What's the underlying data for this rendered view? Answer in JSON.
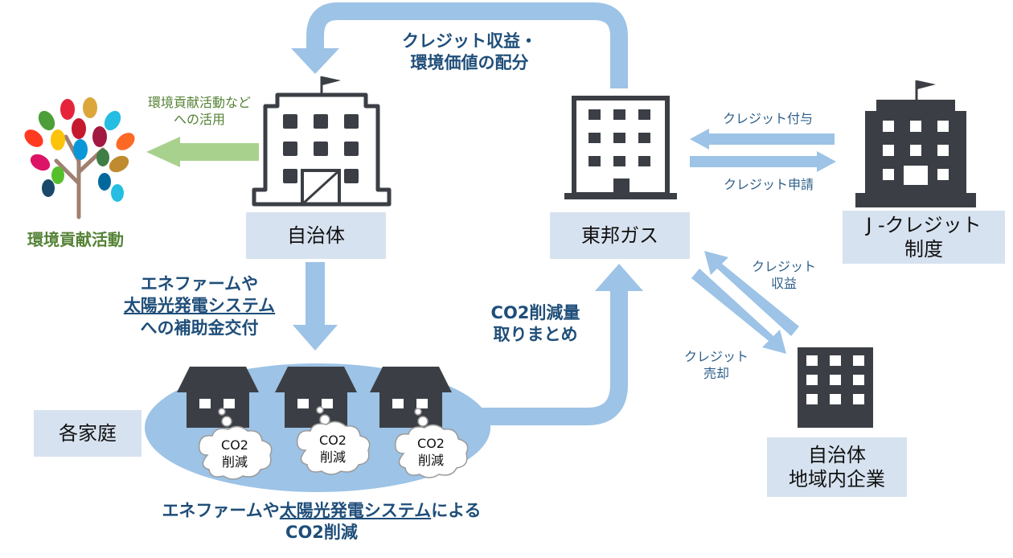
{
  "boxes": {
    "jichitai": "自治体",
    "tohogas": "東邦ガス",
    "jcredit": [
      "J -クレジット",
      "制度"
    ],
    "kakukatei": "各家庭",
    "local": [
      "自治体",
      "地域内企業"
    ]
  },
  "labels": {
    "credit_share": [
      "クレジット収益・",
      "環境価値の配分"
    ],
    "env_use": [
      "環境貢献活動など",
      "への活用"
    ],
    "env_activity": "環境貢献活動",
    "subsidy": [
      "エネファームや",
      "太陽光発電システム",
      "への補助金交付"
    ],
    "co2_summary": [
      "CO2削減量",
      "取りまとめ"
    ],
    "credit_grant": "クレジット付与",
    "credit_apply": "クレジット申請",
    "credit_revenue": [
      "クレジット",
      "収益"
    ],
    "credit_sale": [
      "クレジット",
      "売却"
    ],
    "bottom": [
      "エネファームや",
      "太陽光発電システム",
      "による",
      "CO2削減"
    ]
  },
  "cloud_text": [
    "CO2",
    "削減"
  ],
  "colors": {
    "arrow_blue": "#9dc3e6",
    "arrow_green": "#a9d18e",
    "box_fill": "#d7e2f0",
    "icon_dark": "#3b3f45",
    "navy": "#1f4e79",
    "ellipse": "#9dc3e6"
  }
}
